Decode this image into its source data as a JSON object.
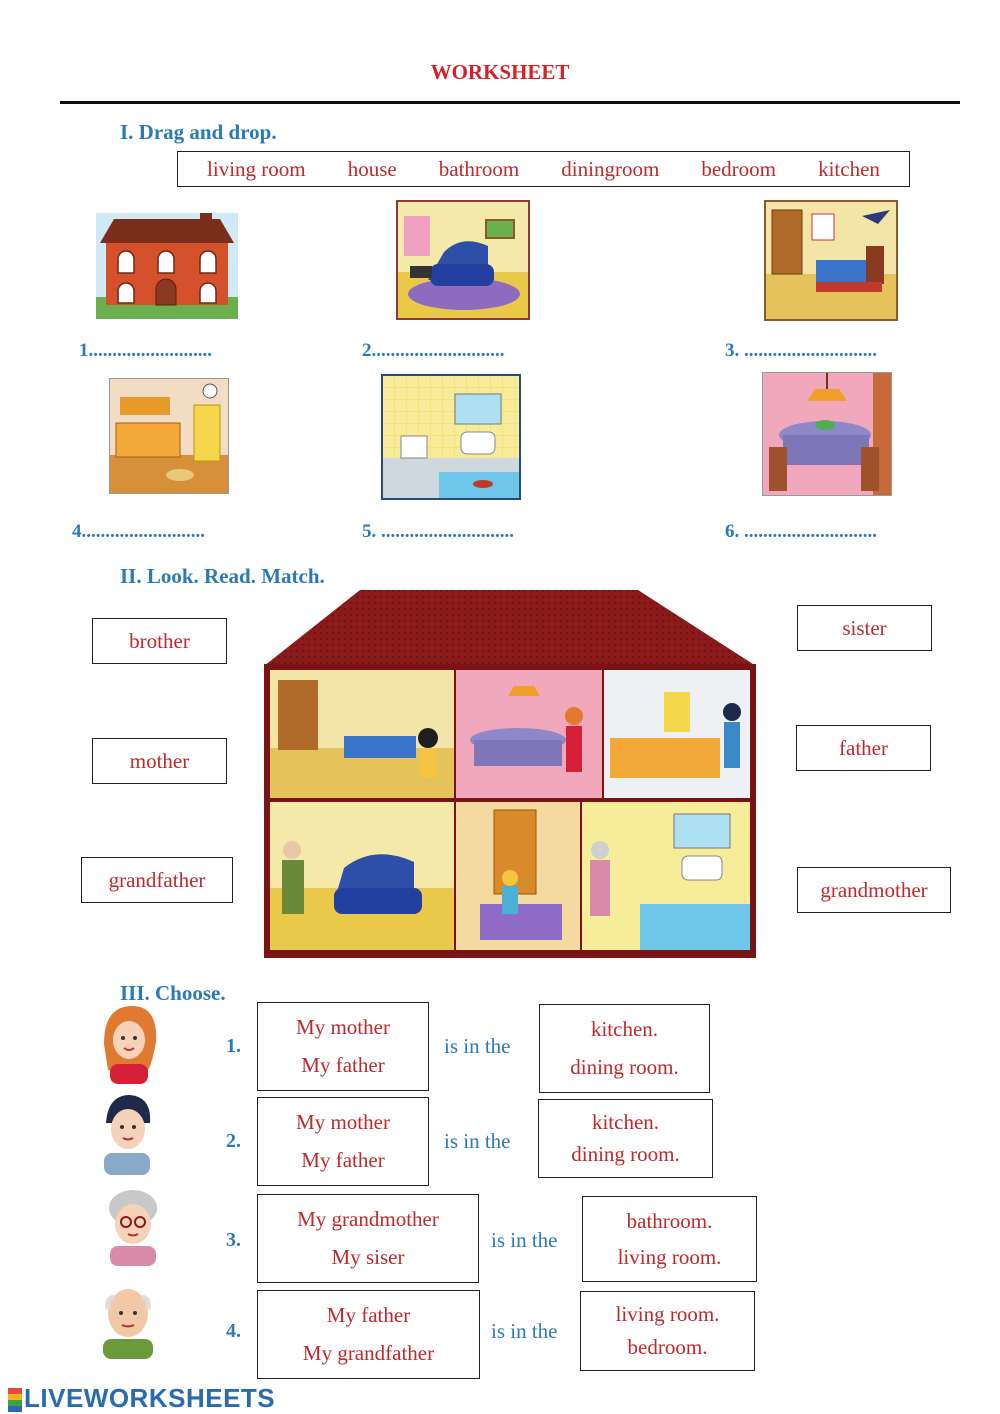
{
  "title": "WORKSHEET",
  "section1": {
    "heading": "I.   Drag and drop.",
    "word_bank": [
      "living room",
      "house",
      "bathroom",
      "diningroom",
      "bedroom",
      "kitchen"
    ],
    "blanks": [
      "1..........................",
      "2............................",
      "3. ............................",
      "4..........................",
      "5. ............................",
      "6. ............................"
    ]
  },
  "section2": {
    "heading": "II. Look. Read. Match.",
    "left_words": [
      "brother",
      "mother",
      "grandfather"
    ],
    "right_words": [
      "sister",
      "father",
      "grandmother"
    ]
  },
  "section3": {
    "heading": "III. Choose.",
    "items": [
      {
        "num": "1.",
        "subjects": [
          "My mother",
          "My father"
        ],
        "connector": "is in the",
        "places": [
          "kitchen.",
          "dining room."
        ]
      },
      {
        "num": "2.",
        "subjects": [
          "My mother",
          "My father"
        ],
        "connector": "is in the",
        "places": [
          "kitchen.",
          "dining room."
        ]
      },
      {
        "num": "3.",
        "subjects": [
          "My grandmother",
          "My siser"
        ],
        "connector": "is in the",
        "places": [
          "bathroom.",
          "living room."
        ]
      },
      {
        "num": "4.",
        "subjects": [
          "My father",
          "My grandfather"
        ],
        "connector": "is in the",
        "places": [
          "living room.",
          "bedroom."
        ]
      }
    ]
  },
  "footer": {
    "logo": "LIVEWORKSHEETS"
  },
  "colors": {
    "title": "#d61f26",
    "heading": "#2a7ab8",
    "word": "#c0282c",
    "roof": "#8b1a1a"
  }
}
